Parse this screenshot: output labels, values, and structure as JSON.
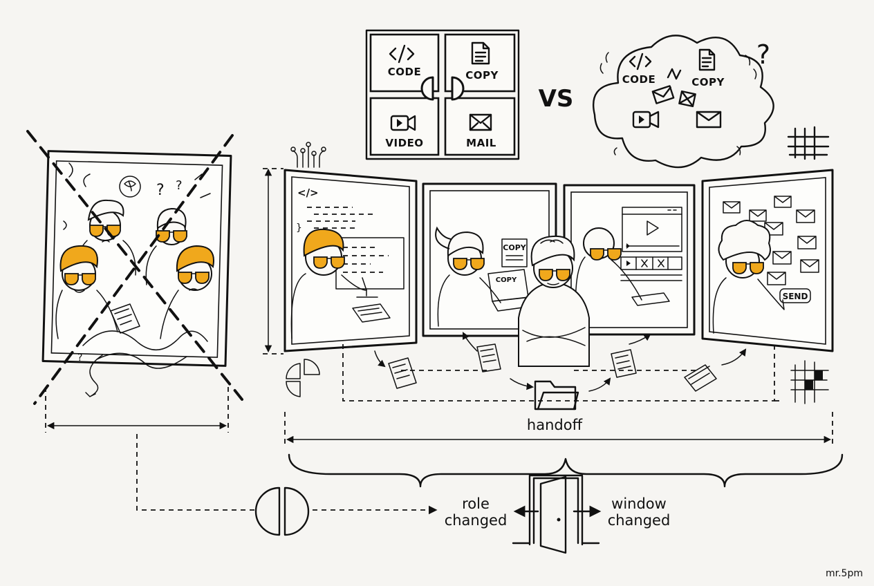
{
  "comparison": {
    "structured": {
      "tiles": [
        {
          "label": "CODE",
          "icon": "code-icon"
        },
        {
          "label": "COPY",
          "icon": "document-icon"
        },
        {
          "label": "VIDEO",
          "icon": "video-camera-icon"
        },
        {
          "label": "MAIL",
          "icon": "mail-icon"
        }
      ]
    },
    "vs_label": "VS",
    "cloud": {
      "labels": {
        "code": "CODE",
        "copy": "COPY"
      },
      "mark": "?"
    }
  },
  "panels": {
    "copy_sign": "COPY",
    "laptop_label": "COPY",
    "send_button": "SEND",
    "code_tag": "</>"
  },
  "flow": {
    "handoff_label": "handoff"
  },
  "bottom": {
    "role_changed": [
      "role",
      "changed"
    ],
    "window_changed": [
      "window",
      "changed"
    ]
  },
  "signature": "mr.5pm",
  "colors": {
    "ink": "#111111",
    "accent": "#f0a81c",
    "paper": "#f6f5f2"
  }
}
